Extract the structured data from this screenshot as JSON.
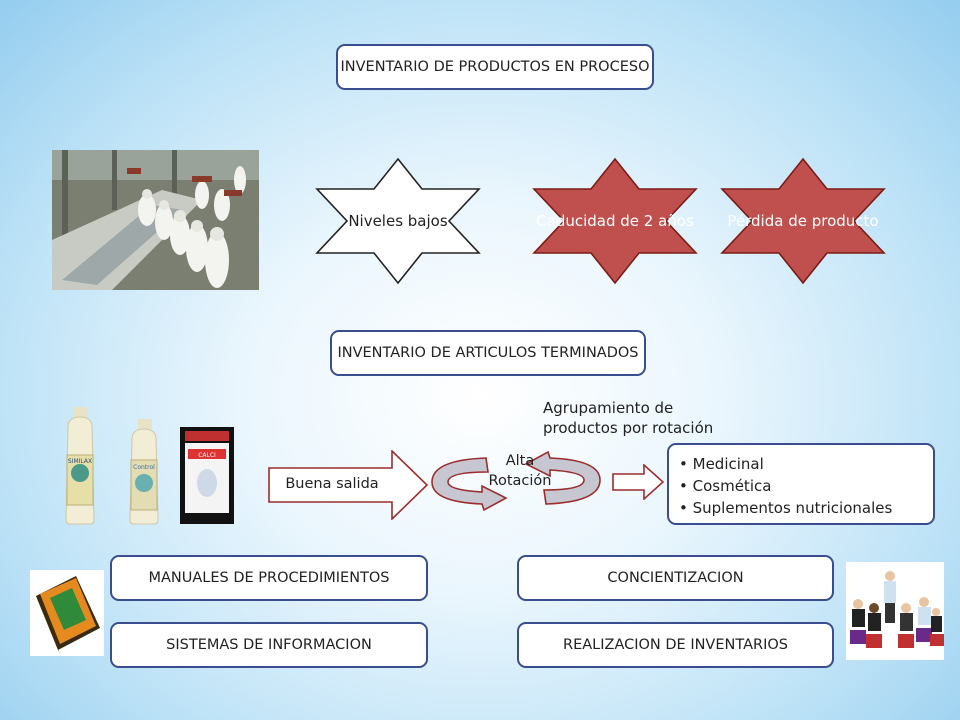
{
  "section1": {
    "title": "INVENTARIO DE PRODUCTOS EN PROCESO",
    "stars": [
      {
        "label": "Niveles bajos",
        "border_color": "#222222",
        "fill": "#ffffff",
        "text_color": "#222222"
      },
      {
        "label": "Caducidad de 2 años",
        "border_color": "#7a1c16",
        "fill": "#c0504d",
        "text_color": "#ffffff"
      },
      {
        "label": "Pérdida de producto",
        "border_color": "#7a1c16",
        "fill": "#c0504d",
        "text_color": "#ffffff"
      }
    ],
    "photo_icon": "factory-workers-photo"
  },
  "section2": {
    "title": "INVENTARIO DE ARTICULOS TERMINADOS",
    "arrow_label": "Buena salida",
    "cycle_label": "Alta Rotación",
    "grouping_label": "Agrupamiento de productos por rotación",
    "categories": [
      "Medicinal",
      "Cosmética",
      "Suplementos nutricionales"
    ],
    "bottle_labels": [
      "SIMILAX",
      "Control",
      "CALCI"
    ],
    "photo_icon": "product-bottles-photo"
  },
  "section3": {
    "left_boxes": [
      "MANUALES DE PROCEDIMIENTOS",
      "SISTEMAS DE INFORMACION"
    ],
    "right_boxes": [
      "CONCIENTIZACION",
      "REALIZACION DE INVENTARIOS"
    ],
    "left_icon": "manual-book-icon",
    "right_icon": "team-meeting-photo"
  },
  "colors": {
    "box_border": "#3a4d8f",
    "accent_red": "#c0504d",
    "arrow_border": "#9b2d2d"
  }
}
